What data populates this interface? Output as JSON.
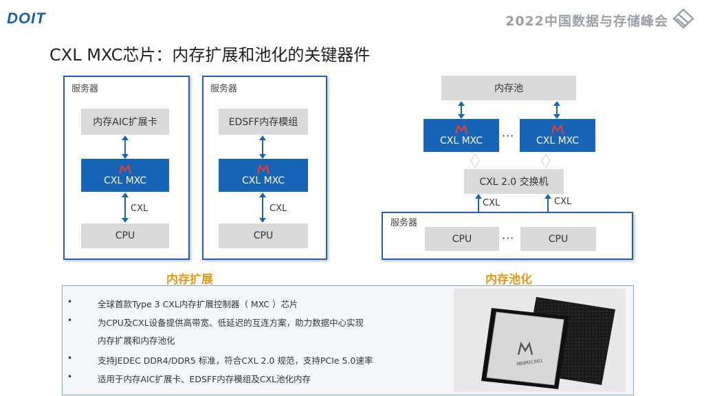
{
  "header": {
    "logo_text": "DOIT",
    "conference": "2022中国数据与存储峰会"
  },
  "title": "CXL MXC芯片：内存扩展和池化的关键器件",
  "diagram1": {
    "server_label": "服务器",
    "card_label": "内存AIC扩展卡",
    "mxc_label": "CXL MXC",
    "link_label": "CXL",
    "cpu_label": "CPU"
  },
  "diagram2": {
    "server_label": "服务器",
    "card_label": "EDSFF内存模组",
    "mxc_label": "CXL MXC",
    "link_label": "CXL",
    "cpu_label": "CPU"
  },
  "diagram3": {
    "pool_label": "内存池",
    "mxc1_label": "CXL MXC",
    "mxc2_label": "CXL MXC",
    "dots": "···",
    "switch_label": "CXL 2.0 交换机",
    "link1_label": "CXL",
    "link2_label": "CXL",
    "server_label": "服务器",
    "cpu1_label": "CPU",
    "cpu2_label": "CPU",
    "cpu_dots": "···"
  },
  "captions": {
    "expansion": "内存扩展",
    "pooling": "内存池化"
  },
  "bullets": [
    {
      "dot": "•",
      "text": "全球首款Type 3 CXL内存扩展控制器（ MXC ）芯片"
    },
    {
      "dot": "•",
      "text": "为CPU及CXL设备提供高带宽、低延迟的互连方案，助力数据中心实现"
    },
    {
      "dot": "",
      "text": "内存扩展和内存池化"
    },
    {
      "dot": "•",
      "text": "支持JEDEC DDR4/DDR5 标准，符合CXL 2.0 规范，支持PCIe 5.0速率"
    },
    {
      "dot": "•",
      "text": "适用于内存AIC扩展卡、EDSFF内存模组及CXL池化内存"
    }
  ],
  "chip": {
    "marking": "M88MXC001"
  },
  "colors": {
    "brand_blue": "#1763b6",
    "caption_orange": "#e39a12",
    "box_gray": "#d9d9d9"
  }
}
